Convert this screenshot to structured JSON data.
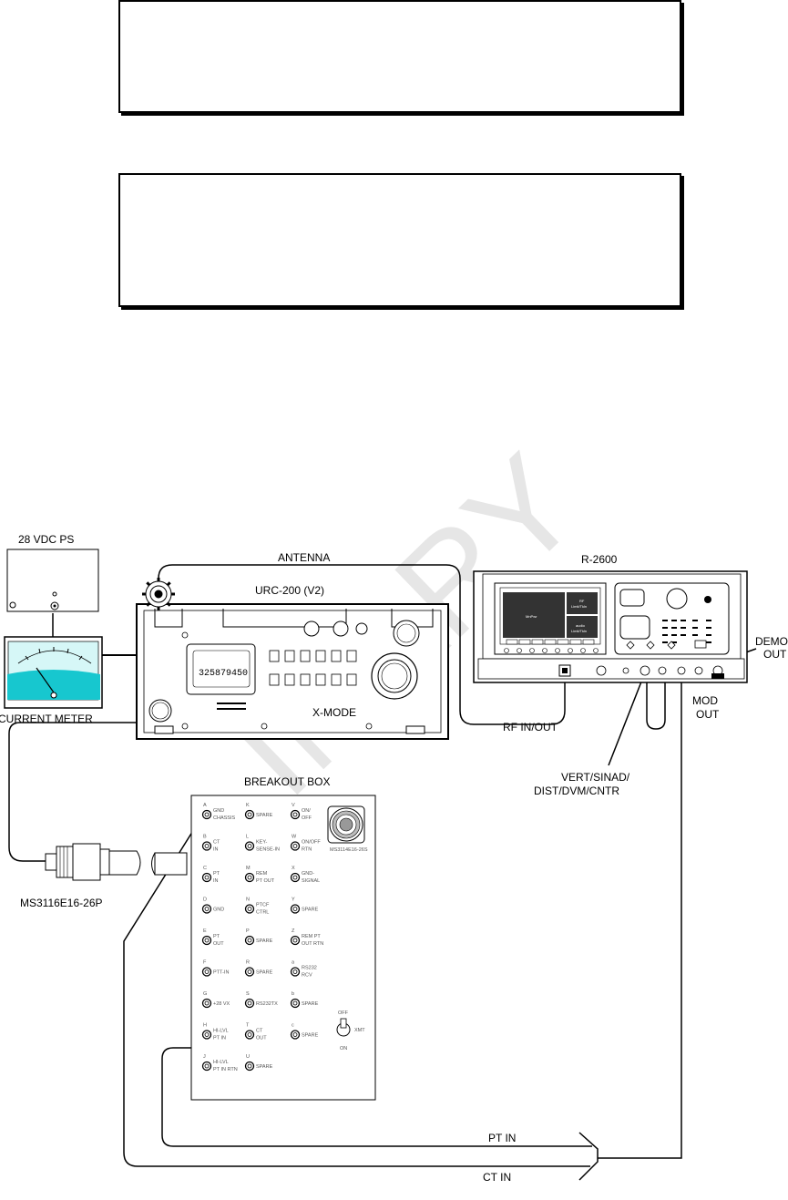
{
  "watermark": "INARY",
  "labels": {
    "power_supply": "28 VDC PS",
    "current_meter": "CURRENT METER",
    "antenna": "ANTENNA",
    "radio": "URC-200 (V2)",
    "radio_display": "325879450",
    "test_set": "R-2600",
    "rf_in_out": "RF IN/OUT",
    "demod_out_1": "DEMOD",
    "demod_out_2": "OUT",
    "mod_out_1": "MOD",
    "mod_out_2": "OUT",
    "vert_1": "VERT/SINAD/",
    "vert_2": "DIST/DVM/CNTR",
    "x_mode": "X-MODE",
    "breakout_box": "BREAKOUT BOX",
    "connector": "MS3116E16-26P",
    "pt_in": "PT IN",
    "ct_in": "CT IN",
    "mil_connector": "MS3114E16-26S"
  },
  "toggle": {
    "off": "OFF",
    "on": "ON",
    "xmt": "XMT"
  },
  "breakout_pins": [
    [
      {
        "letter": "A",
        "text": [
          "GND",
          "CHASSIS"
        ]
      },
      {
        "letter": "K",
        "text": [
          "SPARE"
        ]
      },
      {
        "letter": "V",
        "text": [
          "ON/",
          "OFF"
        ]
      }
    ],
    [
      {
        "letter": "B",
        "text": [
          "CT",
          "IN"
        ]
      },
      {
        "letter": "L",
        "text": [
          "KEY-",
          "SENSE-IN"
        ]
      },
      {
        "letter": "W",
        "text": [
          "ON/OFF",
          "RTN"
        ]
      }
    ],
    [
      {
        "letter": "C",
        "text": [
          "PT",
          "IN"
        ]
      },
      {
        "letter": "M",
        "text": [
          "REM",
          "PT OUT"
        ]
      },
      {
        "letter": "X",
        "text": [
          "GND-",
          "SIGNAL"
        ]
      }
    ],
    [
      {
        "letter": "D",
        "text": [
          "GND"
        ]
      },
      {
        "letter": "N",
        "text": [
          "PTCF",
          "CTRL"
        ]
      },
      {
        "letter": "Y",
        "text": [
          "SPARE"
        ]
      }
    ],
    [
      {
        "letter": "E",
        "text": [
          "PT",
          "OUT"
        ]
      },
      {
        "letter": "P",
        "text": [
          "SPARE"
        ]
      },
      {
        "letter": "Z",
        "text": [
          "REM PT",
          "OUT RTN"
        ]
      }
    ],
    [
      {
        "letter": "F",
        "text": [
          "PTT-IN"
        ]
      },
      {
        "letter": "R",
        "text": [
          "SPARE"
        ]
      },
      {
        "letter": "a",
        "text": [
          "RS232",
          "RCV"
        ]
      }
    ],
    [
      {
        "letter": "G",
        "text": [
          "+28 VX"
        ]
      },
      {
        "letter": "S",
        "text": [
          "RS232TX"
        ]
      },
      {
        "letter": "b",
        "text": [
          "SPARE"
        ]
      }
    ],
    [
      {
        "letter": "H",
        "text": [
          "HI-LVL",
          "PT IN"
        ]
      },
      {
        "letter": "T",
        "text": [
          "CT",
          "OUT"
        ]
      },
      {
        "letter": "c",
        "text": [
          "SPARE"
        ]
      }
    ],
    [
      {
        "letter": "J",
        "text": [
          "HI-LVL",
          "PT IN RTN"
        ]
      },
      {
        "letter": "U",
        "text": [
          "SPARE"
        ]
      }
    ]
  ],
  "screen_labels": {
    "main": "MnPwr",
    "rf": "RF",
    "rf2": "Limit/Tkln",
    "audio": "audio",
    "audio2": "Limit/Tkln"
  }
}
